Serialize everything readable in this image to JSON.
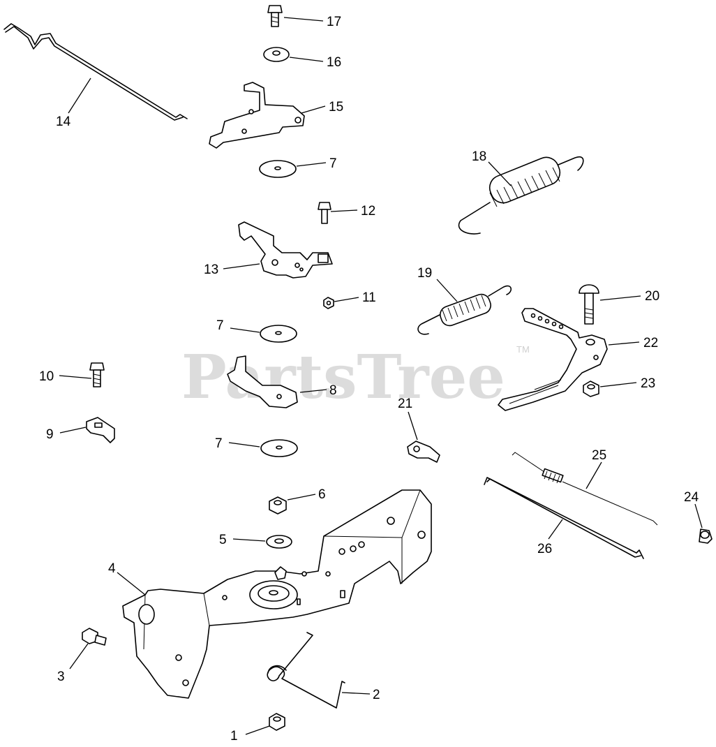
{
  "watermark": {
    "text": "PartsTree",
    "trademark": "TM"
  },
  "callouts": [
    "17",
    "16",
    "15",
    "14",
    "7",
    "12",
    "13",
    "11",
    "7",
    "10",
    "9",
    "8",
    "7",
    "6",
    "5",
    "4",
    "3",
    "2",
    "1",
    "18",
    "19",
    "20",
    "21",
    "22",
    "23",
    "24",
    "25",
    "26"
  ]
}
